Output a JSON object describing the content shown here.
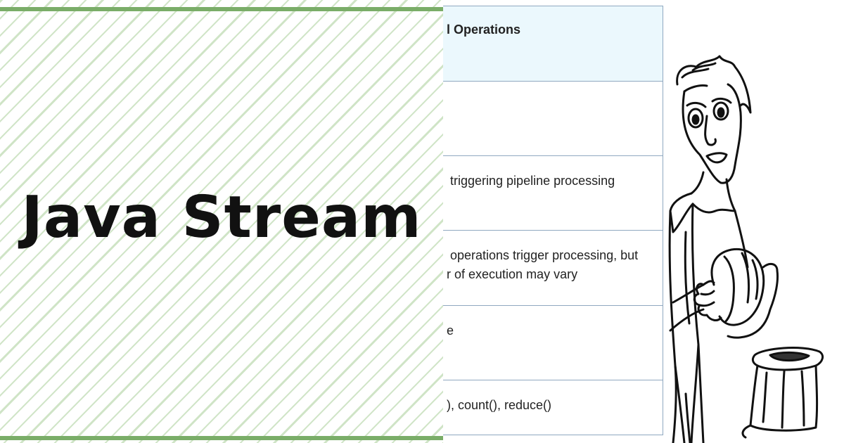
{
  "banner": {
    "title": "Java Stream",
    "accent_color": "#7aad68",
    "hatch_color": "#cfe4c6"
  },
  "table": {
    "header": "l Operations",
    "rows": [
      {
        "text": ""
      },
      {
        "text": " triggering pipeline processing"
      },
      {
        "text": " operations trigger processing, but\nr of execution may vary"
      },
      {
        "text": "e"
      },
      {
        "text": "), count(), reduce()"
      }
    ],
    "header_bg": "#ebf8fd",
    "border_color": "#8fa8c0"
  },
  "illustration": {
    "subject": "sketch of a man holding a skull next to a stone pedestal"
  }
}
